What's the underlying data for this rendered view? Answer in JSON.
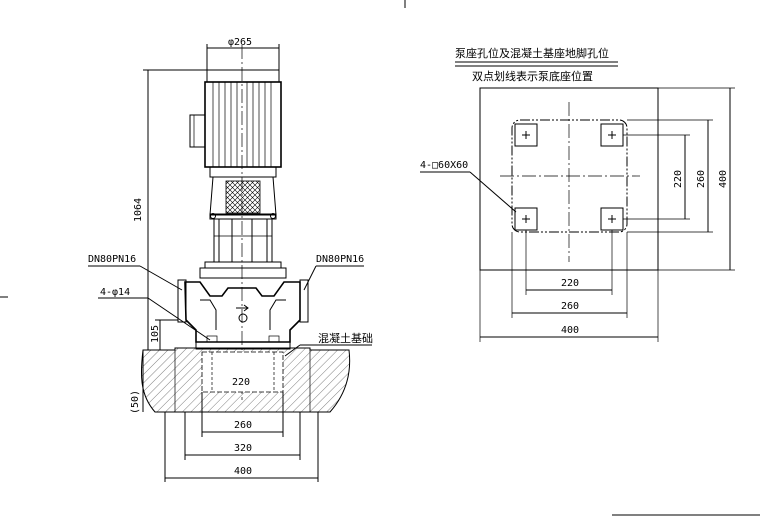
{
  "elevation": {
    "motor_diameter": "φ265",
    "overall_height": "1064",
    "inlet_flange": "DN80PN16",
    "outlet_flange": "DN80PN16",
    "bolt_holes": "4-φ14",
    "base_height": "105",
    "grout_depth": "(50)",
    "concrete_base_label": "混凝土基础",
    "dim_220": "220",
    "dim_260": "260",
    "dim_320": "320",
    "dim_400": "400"
  },
  "plan": {
    "title": "泵座孔位及混凝土基座地脚孔位",
    "subtitle": "双点划线表示泵底座位置",
    "holes_label": "4-□60X60",
    "dim_h_220": "220",
    "dim_h_260": "260",
    "dim_h_400": "400",
    "dim_v_220": "220",
    "dim_v_260": "260",
    "dim_v_400": "400"
  }
}
